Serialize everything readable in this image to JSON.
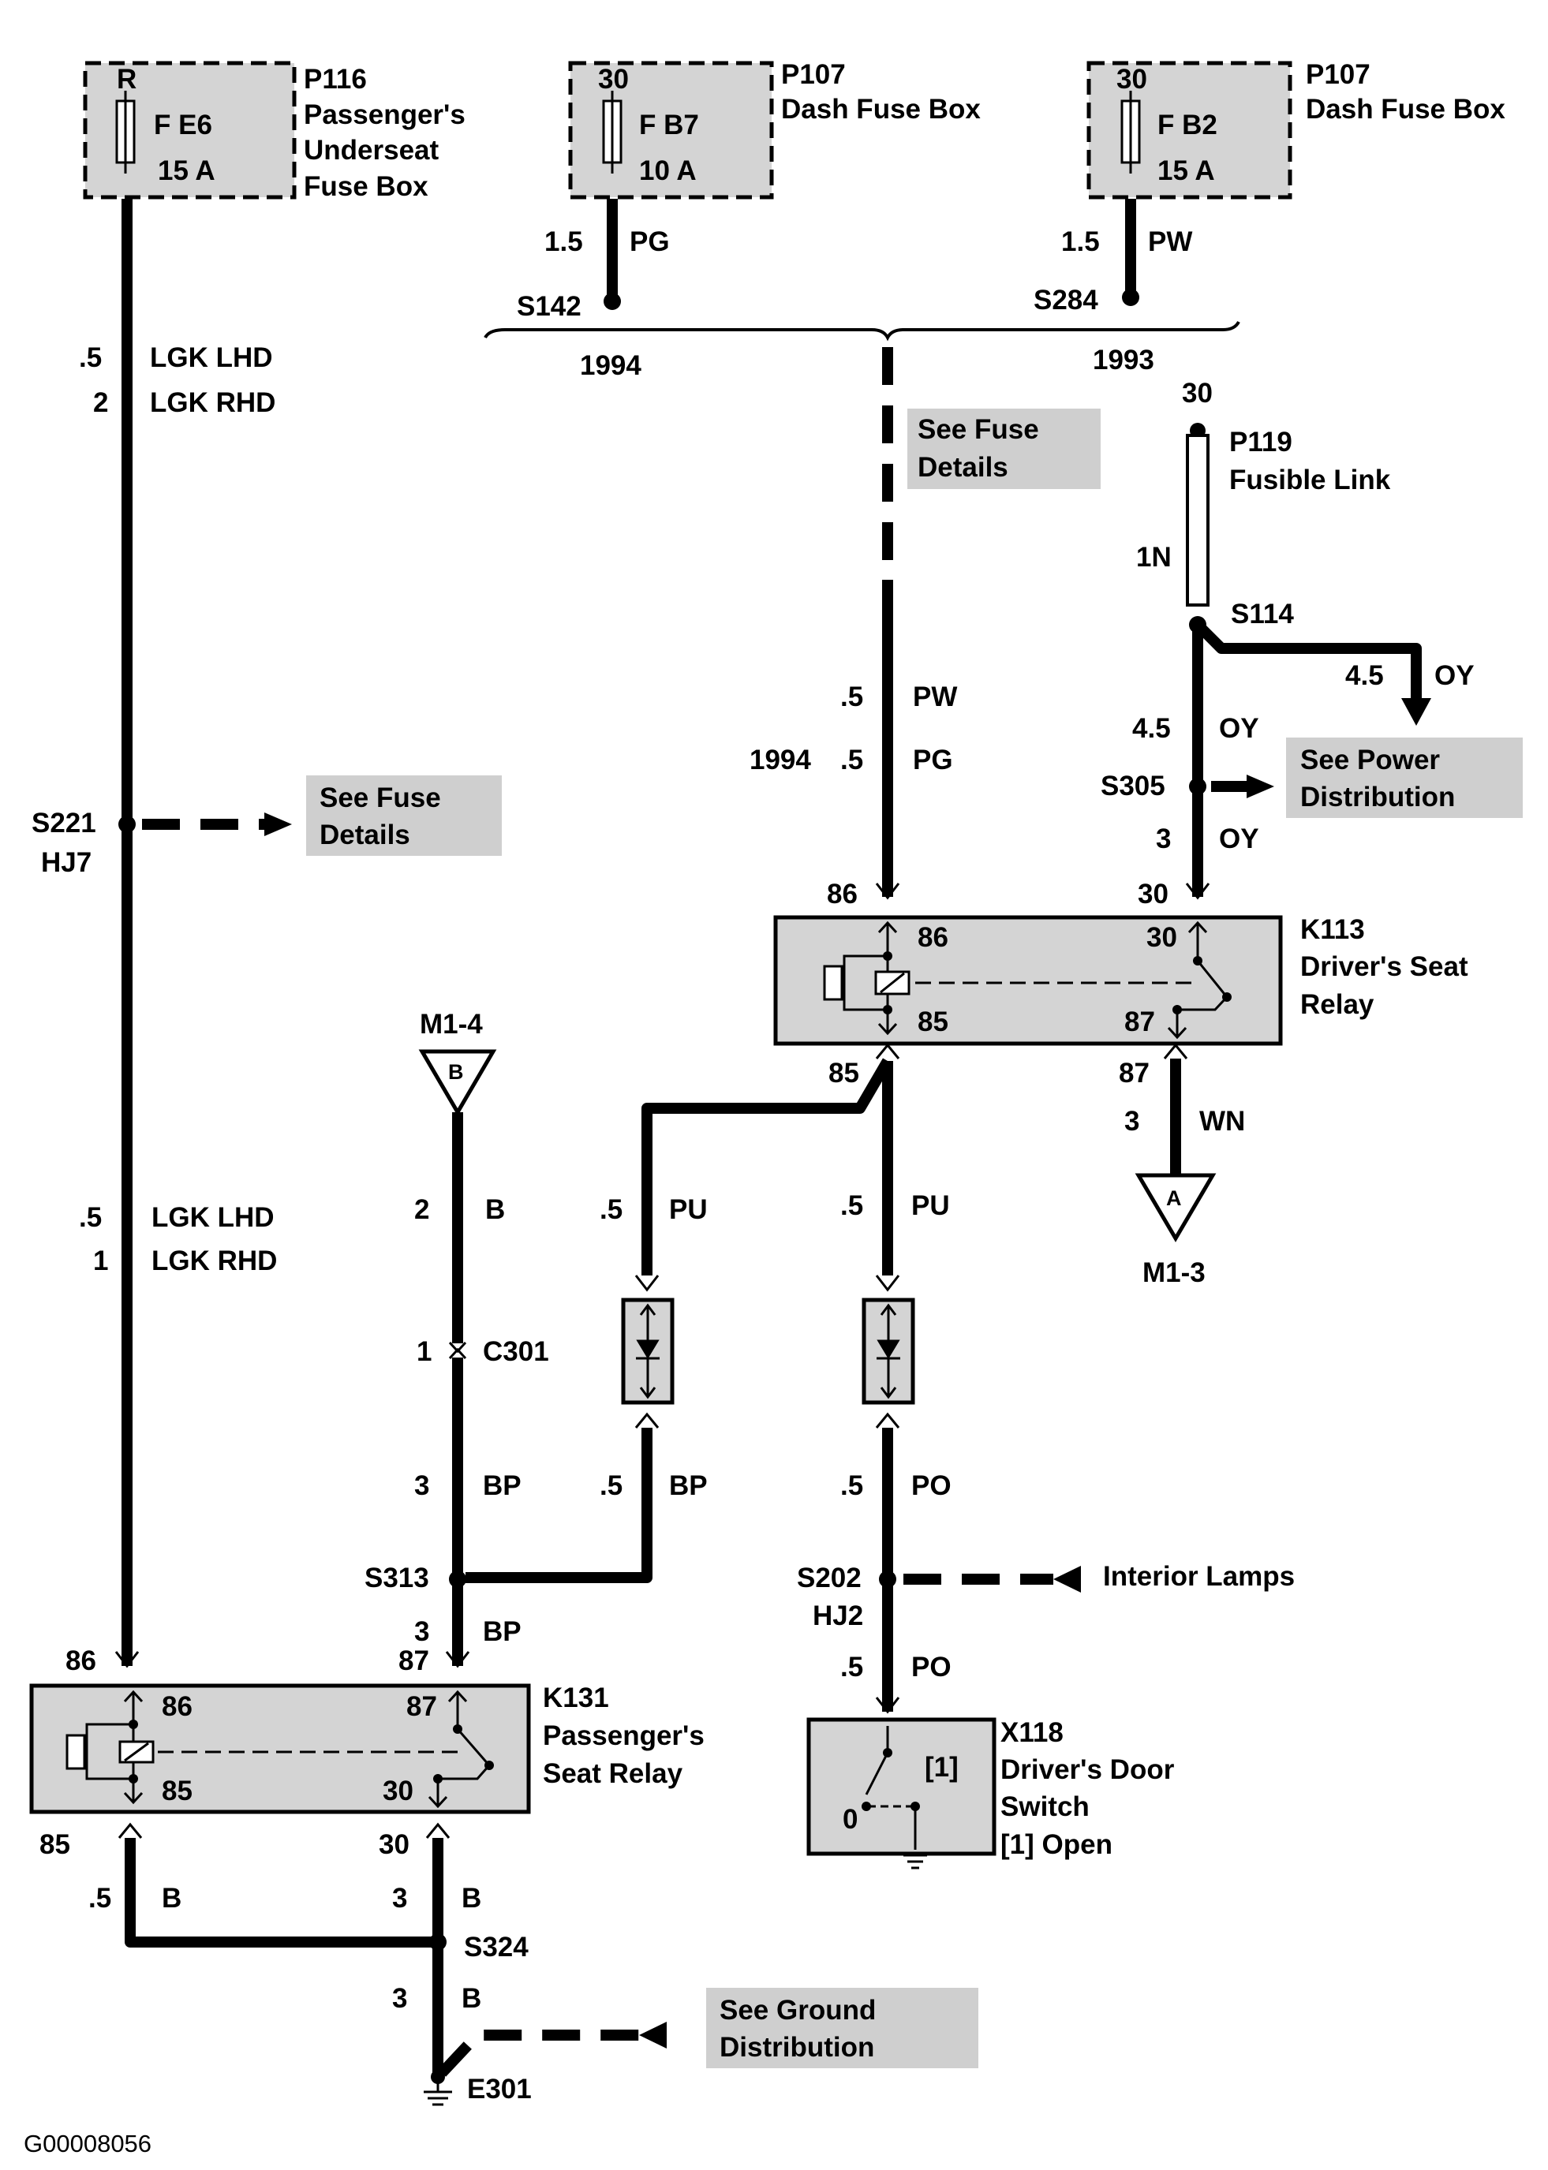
{
  "fuse_boxes": [
    {
      "pin": "R",
      "fuse": "F E6",
      "rating": "15 A",
      "ref": "P116",
      "name1": "Passenger's",
      "name2": "Underseat",
      "name3": "Fuse Box"
    },
    {
      "pin": "30",
      "fuse": "F B7",
      "rating": "10 A",
      "ref": "P107",
      "name1": "Dash Fuse Box"
    },
    {
      "pin": "30",
      "fuse": "F B2",
      "rating": "15 A",
      "ref": "P107",
      "name1": "Dash Fuse Box"
    }
  ],
  "wires": {
    "pg_top": {
      "size": "1.5",
      "color": "PG"
    },
    "pw_top": {
      "size": "1.5",
      "color": "PW"
    },
    "lgk_upper": {
      "size_lhd": ".5",
      "color_lhd": "LGK LHD",
      "size_rhd": "2",
      "color_rhd": "LGK RHD"
    },
    "lgk_lower": {
      "size_lhd": ".5",
      "color_lhd": "LGK LHD",
      "size_rhd": "1",
      "color_rhd": "LGK RHD"
    },
    "pw_mid": {
      "size": ".5",
      "color": "PW"
    },
    "pg_mid": {
      "year": "1994",
      "size": ".5",
      "color": "PG"
    },
    "oy_branch": {
      "size": "4.5",
      "color": "OY"
    },
    "oy_upper": {
      "size": "4.5",
      "color": "OY"
    },
    "oy_lower": {
      "size": "3",
      "color": "OY"
    },
    "wn": {
      "size": "3",
      "color": "WN"
    },
    "b_m14": {
      "size": "2",
      "color": "B"
    },
    "pu_left": {
      "size": ".5",
      "color": "PU"
    },
    "pu_right": {
      "size": ".5",
      "color": "PU"
    },
    "bp_c301": {
      "size": "3",
      "color": "BP"
    },
    "bp_diode": {
      "size": ".5",
      "color": "BP"
    },
    "po_upper": {
      "size": ".5",
      "color": "PO"
    },
    "bp_k131": {
      "size": "3",
      "color": "BP"
    },
    "po_lower": {
      "size": ".5",
      "color": "PO"
    },
    "b_85": {
      "size": ".5",
      "color": "B"
    },
    "b_30": {
      "size": "3",
      "color": "B"
    },
    "b_ground": {
      "size": "3",
      "color": "B"
    }
  },
  "splices": {
    "s142": "S142",
    "s284": "S284",
    "s114": "S114",
    "s305": "S305",
    "s221": "S221",
    "s221_sub": "HJ7",
    "s313": "S313",
    "s202": "S202",
    "s202_sub": "HJ2",
    "s324": "S324"
  },
  "years": {
    "left": "1994",
    "right": "1993"
  },
  "fusible_link": {
    "pin": "30",
    "ref": "P119",
    "name": "Fusible Link",
    "size": "1N"
  },
  "notes": {
    "fuse_details_1_a": "See Fuse",
    "fuse_details_1_b": "Details",
    "fuse_details_2_a": "See Fuse",
    "fuse_details_2_b": "Details",
    "power_a": "See Power",
    "power_b": "Distribution",
    "ground_a": "See Ground",
    "ground_b": "Distribution",
    "interior_lamps": "Interior Lamps"
  },
  "k113": {
    "ref": "K113",
    "name1": "Driver's Seat",
    "name2": "Relay",
    "pin86_out": "86",
    "pin30_out": "30",
    "pin85_out": "85",
    "pin87_out": "87",
    "pin86_in": "86",
    "pin30_in": "30",
    "pin85_in": "85",
    "pin87_in": "87"
  },
  "k131": {
    "ref": "K131",
    "name1": "Passenger's",
    "name2": "Seat Relay",
    "pin86_out": "86",
    "pin87_out": "87",
    "pin85_out": "85",
    "pin30_out": "30",
    "pin86_in": "86",
    "pin87_in": "87",
    "pin85_in": "85",
    "pin30_in": "30"
  },
  "connectors": {
    "m14": "M1-4",
    "m14_letter": "B",
    "m13": "M1-3",
    "m13_letter": "A",
    "c301_pin": "1",
    "c301": "C301"
  },
  "x118": {
    "ref": "X118",
    "name1": "Driver's Door",
    "name2": "Switch",
    "legend": "[1]  Open",
    "state_mark": "[1]",
    "zero": "0"
  },
  "ground": {
    "ref": "E301"
  },
  "figure_id": "G00008056"
}
